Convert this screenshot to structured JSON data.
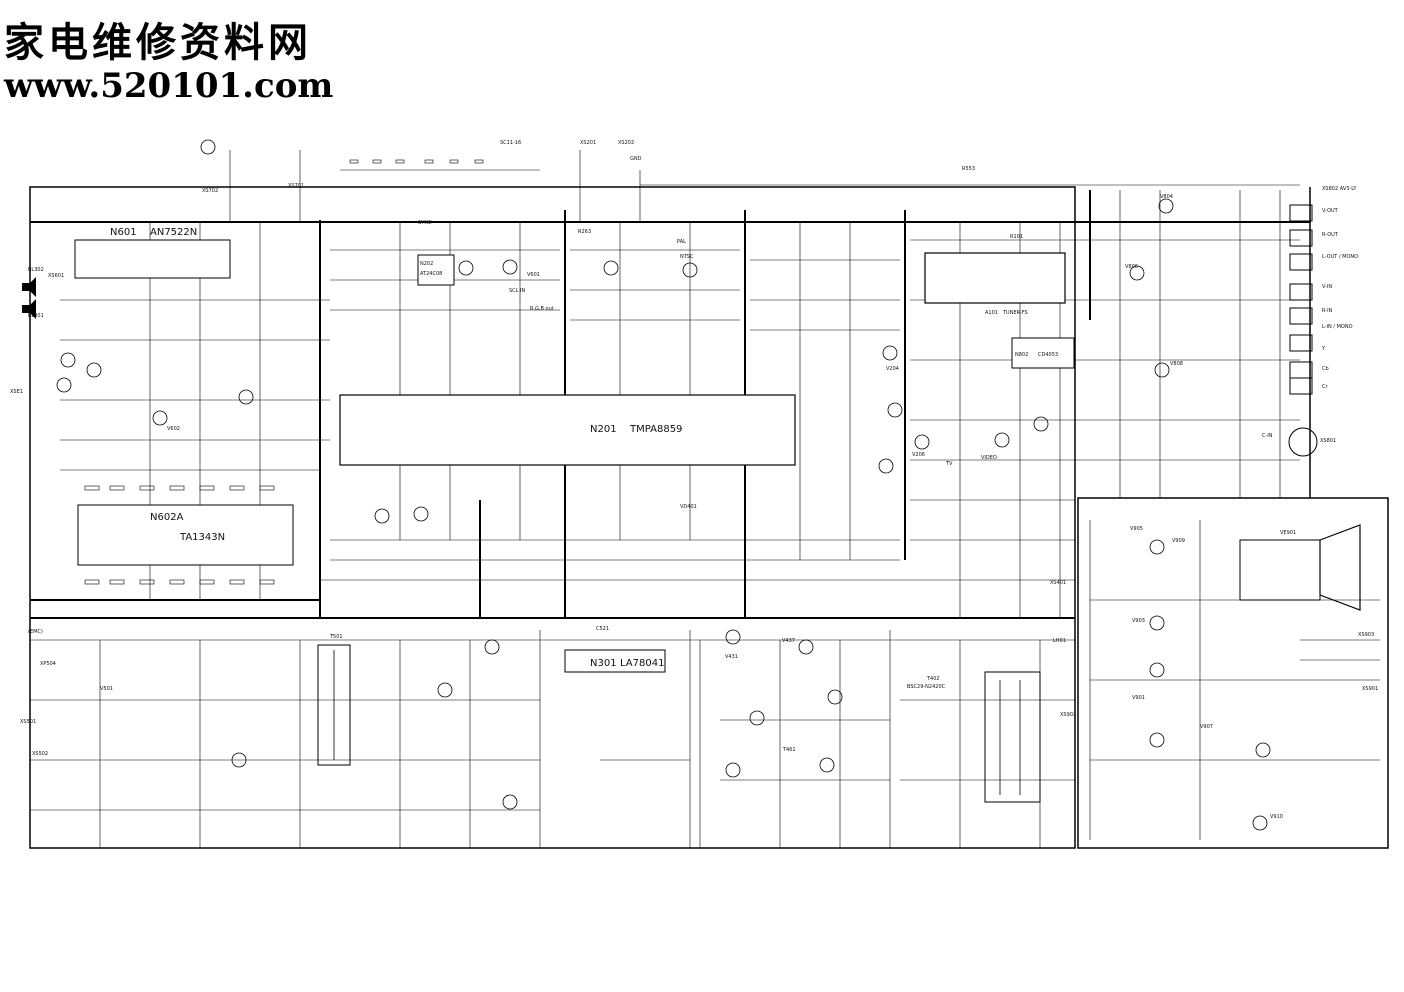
{
  "header": {
    "site_name": "家电维修资料网",
    "site_url": "www.520101.com"
  },
  "ics": [
    {
      "id": "n601",
      "ref": "N601",
      "part": "AN7522N"
    },
    {
      "id": "n602",
      "ref": "N602A",
      "part": "TA1343N"
    },
    {
      "id": "n201",
      "ref": "N201",
      "part": "TMPA8859"
    },
    {
      "id": "n301",
      "ref": "N301",
      "part": "LA78041"
    },
    {
      "id": "a101",
      "ref": "A101",
      "part": "TUNER-FS"
    },
    {
      "id": "n802",
      "ref": "N802",
      "part": "CD4053"
    },
    {
      "id": "n202",
      "ref": "N202",
      "part": "AT24C08"
    }
  ],
  "connectors": [
    {
      "id": "xs802",
      "text": "XS802 AV3-LY"
    },
    {
      "id": "v-out",
      "text": "V-OUT"
    },
    {
      "id": "r-out",
      "text": "R-OUT"
    },
    {
      "id": "l-out",
      "text": "L-OUT / MONO"
    },
    {
      "id": "v-in",
      "text": "V-IN"
    },
    {
      "id": "r-in",
      "text": "R-IN"
    },
    {
      "id": "l-in",
      "text": "L-IN / MONO"
    },
    {
      "id": "y",
      "text": "Y"
    },
    {
      "id": "cb",
      "text": "Cb"
    },
    {
      "id": "cr",
      "text": "Cr"
    },
    {
      "id": "c-in",
      "text": "C-IN"
    },
    {
      "id": "xs801",
      "text": "XS801"
    },
    {
      "id": "ve901",
      "text": "VE901"
    },
    {
      "id": "xs903",
      "text": "XS903"
    },
    {
      "id": "xs401",
      "text": "XS401"
    },
    {
      "id": "xs902",
      "text": "XS902"
    },
    {
      "id": "xs901",
      "text": "XS901"
    },
    {
      "id": "xs501",
      "text": "XS501"
    },
    {
      "id": "xs502",
      "text": "XS502"
    },
    {
      "id": "xp504",
      "text": "XP504"
    }
  ],
  "labels": [
    {
      "id": "t461",
      "text": "T461"
    },
    {
      "id": "t402",
      "text": "T402"
    },
    {
      "id": "bsc29",
      "text": "BSC29-N2420C"
    },
    {
      "id": "t501",
      "text": "T501"
    },
    {
      "id": "lh01",
      "text": "LH01"
    },
    {
      "id": "r101",
      "text": "R101"
    },
    {
      "id": "sync",
      "text": "SYNC"
    },
    {
      "id": "scl",
      "text": "SCL IN"
    },
    {
      "id": "rgb",
      "text": "R,G,B out"
    },
    {
      "id": "pal",
      "text": "PAL"
    },
    {
      "id": "ntsc",
      "text": "NTSC"
    },
    {
      "id": "video",
      "text": "VIDEO"
    },
    {
      "id": "tv",
      "text": "TV"
    },
    {
      "id": "emc",
      "text": "(EMC)"
    },
    {
      "id": "bl302",
      "text": "BL302"
    },
    {
      "id": "bl301",
      "text": "BL301"
    },
    {
      "id": "xs601",
      "text": "XS601"
    },
    {
      "id": "xs1",
      "text": "XSE1"
    },
    {
      "id": "vd401",
      "text": "VD401"
    },
    {
      "id": "v901",
      "text": "V901"
    },
    {
      "id": "v903",
      "text": "V903"
    },
    {
      "id": "v905",
      "text": "V905"
    },
    {
      "id": "v907",
      "text": "V907"
    },
    {
      "id": "v909",
      "text": "V909"
    },
    {
      "id": "v910",
      "text": "V910"
    },
    {
      "id": "v431",
      "text": "V431"
    },
    {
      "id": "v437",
      "text": "V437"
    },
    {
      "id": "v204",
      "text": "V204"
    },
    {
      "id": "v206",
      "text": "V206"
    },
    {
      "id": "v601",
      "text": "V601"
    },
    {
      "id": "v602",
      "text": "V602"
    },
    {
      "id": "v804",
      "text": "V804"
    },
    {
      "id": "v806",
      "text": "V806"
    },
    {
      "id": "v808",
      "text": "V808"
    },
    {
      "id": "v501",
      "text": "V501"
    },
    {
      "id": "r553",
      "text": "R553"
    },
    {
      "id": "r263",
      "text": "R263"
    },
    {
      "id": "c521",
      "text": "C521"
    },
    {
      "id": "sc11",
      "text": "SC11-16"
    },
    {
      "id": "xs201",
      "text": "XS201"
    },
    {
      "id": "xs202",
      "text": "XS202"
    },
    {
      "id": "gnd",
      "text": "GND"
    },
    {
      "id": "xs702",
      "text": "XS702"
    },
    {
      "id": "xs701",
      "text": "XS701"
    }
  ]
}
